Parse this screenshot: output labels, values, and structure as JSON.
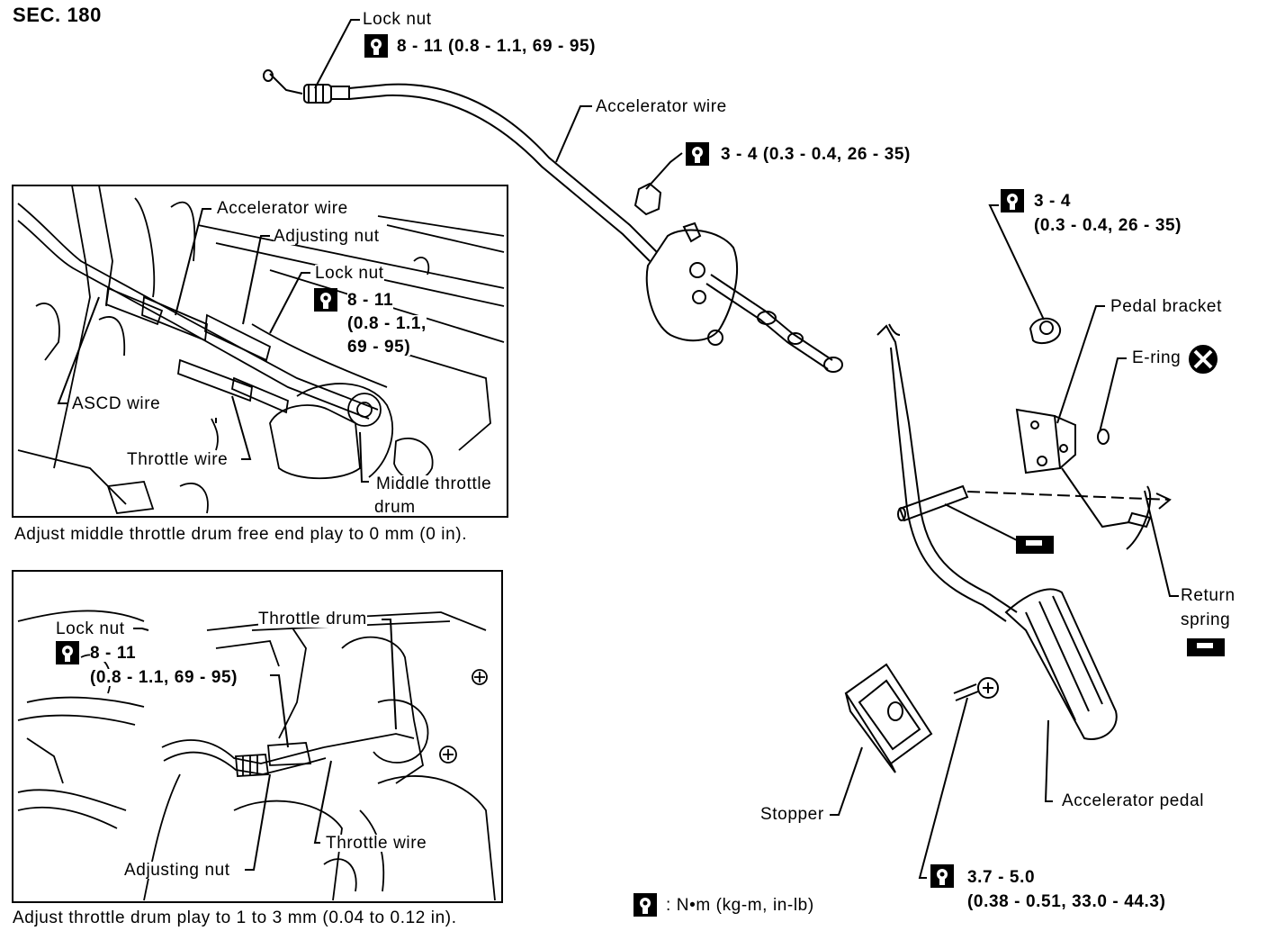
{
  "section": "SEC. 180",
  "main": {
    "lock_nut": "Lock nut",
    "lock_nut_torque": "8 - 11 (0.8 - 1.1, 69 - 95)",
    "accelerator_wire": "Accelerator wire",
    "bracket_torque": "3 - 4 (0.3 - 0.4, 26 - 35)",
    "pedal_torque_line1": "3 - 4",
    "pedal_torque_line2": "(0.3 - 0.4, 26 - 35)",
    "pedal_bracket": "Pedal bracket",
    "e_ring": "E-ring",
    "return_spring_line1": "Return",
    "return_spring_line2": "spring",
    "stopper": "Stopper",
    "accelerator_pedal": "Accelerator pedal",
    "stopper_torque_line1": "3.7 - 5.0",
    "stopper_torque_line2": "(0.38 - 0.51, 33.0 - 44.3)",
    "legend": ": N•m (kg-m, in-lb)"
  },
  "inset1": {
    "accelerator_wire": "Accelerator wire",
    "adjusting_nut": "Adjusting nut",
    "lock_nut": "Lock nut",
    "torque_line1": "8 - 11",
    "torque_line2": "(0.8 - 1.1,",
    "torque_line3": "69 - 95)",
    "ascd_wire": "ASCD wire",
    "throttle_wire": "Throttle wire",
    "middle_throttle": "Middle throttle",
    "drum": "drum",
    "caption": "Adjust middle throttle drum free end play to 0 mm (0 in)."
  },
  "inset2": {
    "lock_nut": "Lock nut",
    "throttle_drum": "Throttle drum",
    "torque_line1": "8 - 11",
    "torque_line2": "(0.8 - 1.1, 69 - 95)",
    "throttle_wire": "Throttle wire",
    "adjusting_nut": "Adjusting nut",
    "caption": "Adjust throttle drum play to 1 to 3 mm (0.04 to 0.12 in)."
  }
}
